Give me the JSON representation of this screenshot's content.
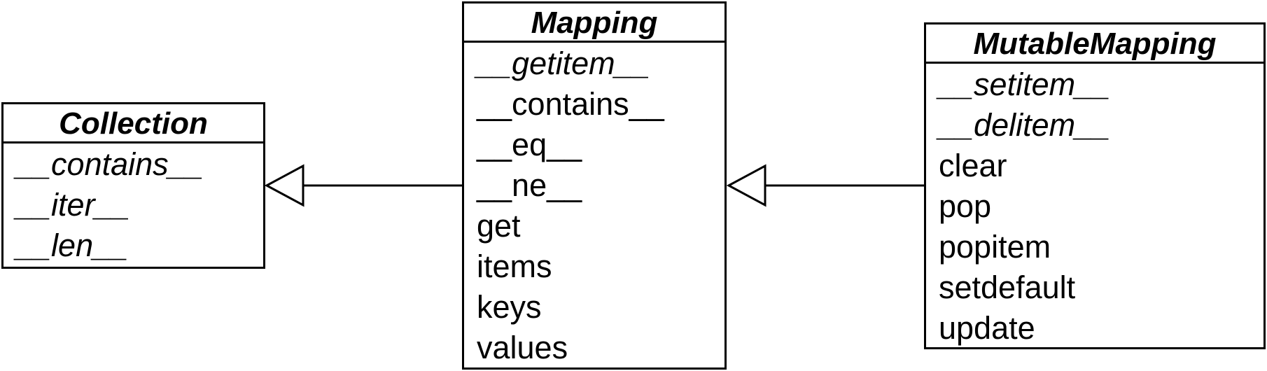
{
  "classes": [
    {
      "name": "Collection",
      "methods": [
        {
          "label": "__contains__",
          "abstract": true
        },
        {
          "label": "__iter__",
          "abstract": true
        },
        {
          "label": "__len__",
          "abstract": true
        }
      ]
    },
    {
      "name": "Mapping",
      "methods": [
        {
          "label": "__getitem__",
          "abstract": true
        },
        {
          "label": "__contains__",
          "abstract": false
        },
        {
          "label": "__eq__",
          "abstract": false
        },
        {
          "label": "__ne__",
          "abstract": false
        },
        {
          "label": "get",
          "abstract": false
        },
        {
          "label": "items",
          "abstract": false
        },
        {
          "label": "keys",
          "abstract": false
        },
        {
          "label": "values",
          "abstract": false
        }
      ]
    },
    {
      "name": "MutableMapping",
      "methods": [
        {
          "label": "__setitem__",
          "abstract": true
        },
        {
          "label": "__delitem__",
          "abstract": true
        },
        {
          "label": "clear",
          "abstract": false
        },
        {
          "label": "pop",
          "abstract": false
        },
        {
          "label": "popitem",
          "abstract": false
        },
        {
          "label": "setdefault",
          "abstract": false
        },
        {
          "label": "update",
          "abstract": false
        }
      ]
    }
  ],
  "relations": [
    {
      "type": "generalization",
      "from": "Mapping",
      "to": "Collection"
    },
    {
      "type": "generalization",
      "from": "MutableMapping",
      "to": "Mapping"
    }
  ]
}
